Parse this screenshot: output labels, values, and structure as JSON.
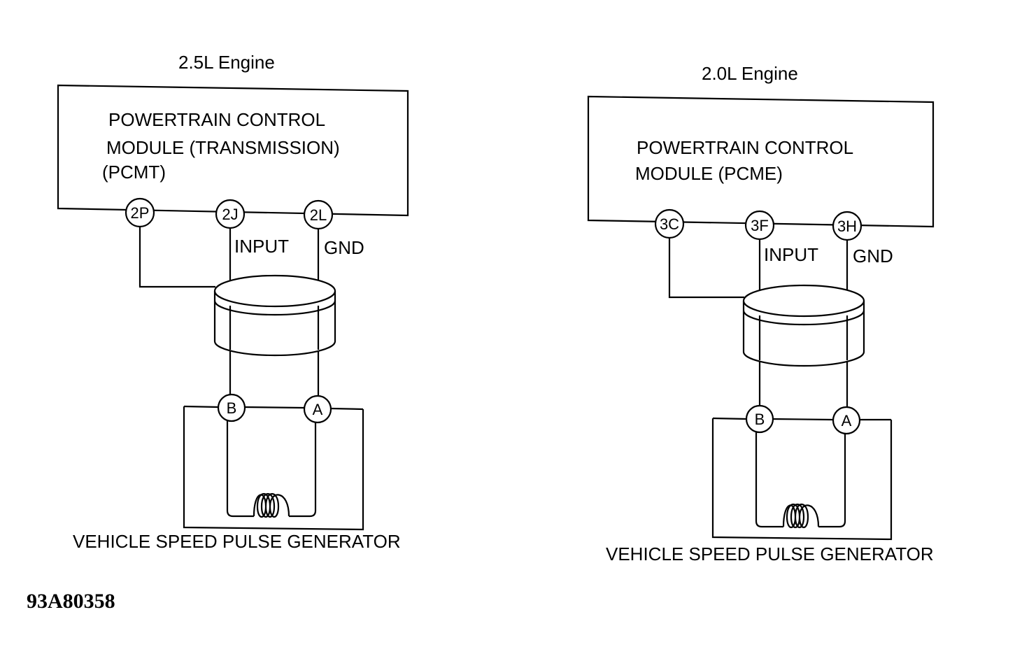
{
  "left": {
    "title": "2.5L Engine",
    "module_lines": [
      "POWERTRAIN CONTROL",
      "MODULE (TRANSMISSION)",
      "(PCMT)"
    ],
    "pins": [
      "2P",
      "2J",
      "2L"
    ],
    "input_label": "INPUT",
    "gnd_label": "GND",
    "gen_pins": [
      "B",
      "A"
    ],
    "generator_label": "VEHICLE SPEED PULSE GENERATOR"
  },
  "right": {
    "title": "2.0L Engine",
    "module_lines": [
      "POWERTRAIN CONTROL",
      "MODULE (PCME)"
    ],
    "pins": [
      "3C",
      "3F",
      "3H"
    ],
    "input_label": "INPUT",
    "gnd_label": "GND",
    "gen_pins": [
      "B",
      "A"
    ],
    "generator_label": "VEHICLE SPEED PULSE GENERATOR"
  },
  "figure_code": "93A80358"
}
